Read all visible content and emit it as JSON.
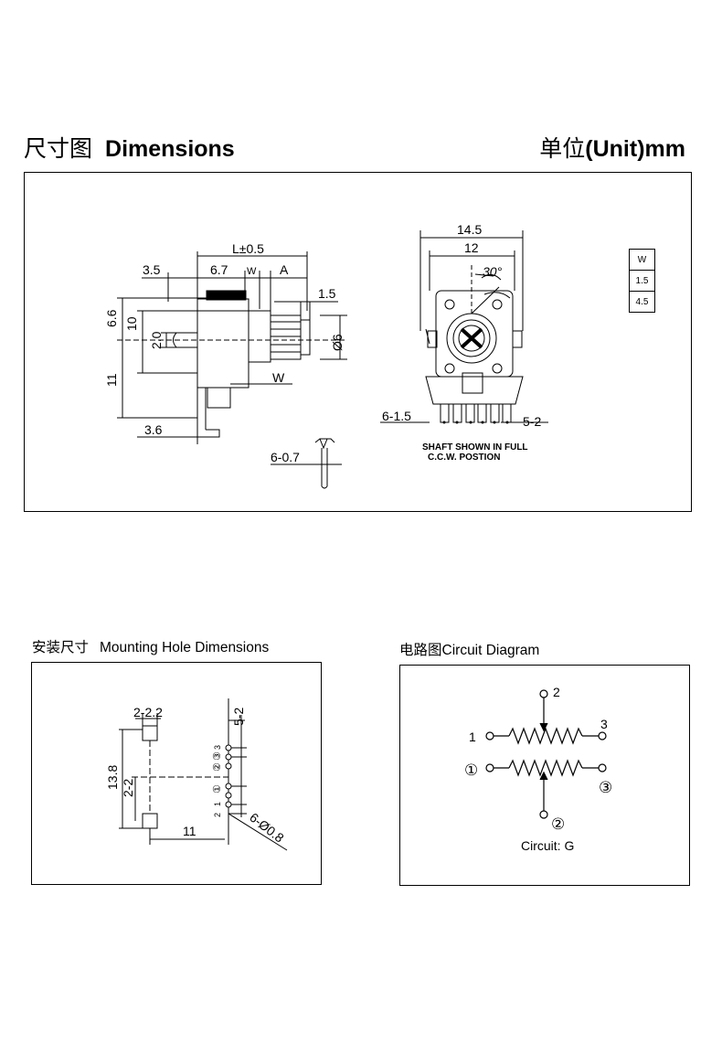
{
  "header": {
    "title_cn": "尺寸图",
    "title_en": "Dimensions",
    "unit_cn": "单位",
    "unit_en": "(Unit)mm"
  },
  "dimensions": {
    "length": "L±0.5",
    "d35": "3.5",
    "d67": "6.7",
    "w_top": "W",
    "a_label": "A",
    "d15": "1.5",
    "d66": "6.6",
    "d10": "10",
    "d20": "2.0",
    "phi6": "Ø6",
    "d11": "11",
    "w_bottom": "W",
    "d36": "3.6",
    "pin_w": "6-0.7",
    "width_outer": "14.5",
    "width_inner": "12",
    "angle": "30°",
    "pins_61": "6-1.5",
    "pins_52": "5-2",
    "note_line1": "SHAFT SHOWN IN FULL",
    "note_line2": "C.C.W. POSTION"
  },
  "w_table": {
    "header": "W",
    "rows": [
      "1.5",
      "4.5"
    ]
  },
  "mounting": {
    "title_cn": "安装尺寸",
    "title_en": "Mounting Hole Dimensions",
    "d222": "2-2.2",
    "d138": "13.8",
    "d22": "2-2",
    "d11": "11",
    "d52": "5-2",
    "holes": "6-Ø0.8",
    "pins_top": [
      "3",
      "2",
      "1"
    ],
    "pins_circ": [
      "③",
      "②",
      "①"
    ]
  },
  "circuit": {
    "title_cn": "电路图",
    "title_en": "Circuit Diagram",
    "pin1": "1",
    "pin2": "2",
    "pin3": "3",
    "pin1c": "①",
    "pin2c": "②",
    "pin3c": "③",
    "caption": "Circuit: G"
  }
}
